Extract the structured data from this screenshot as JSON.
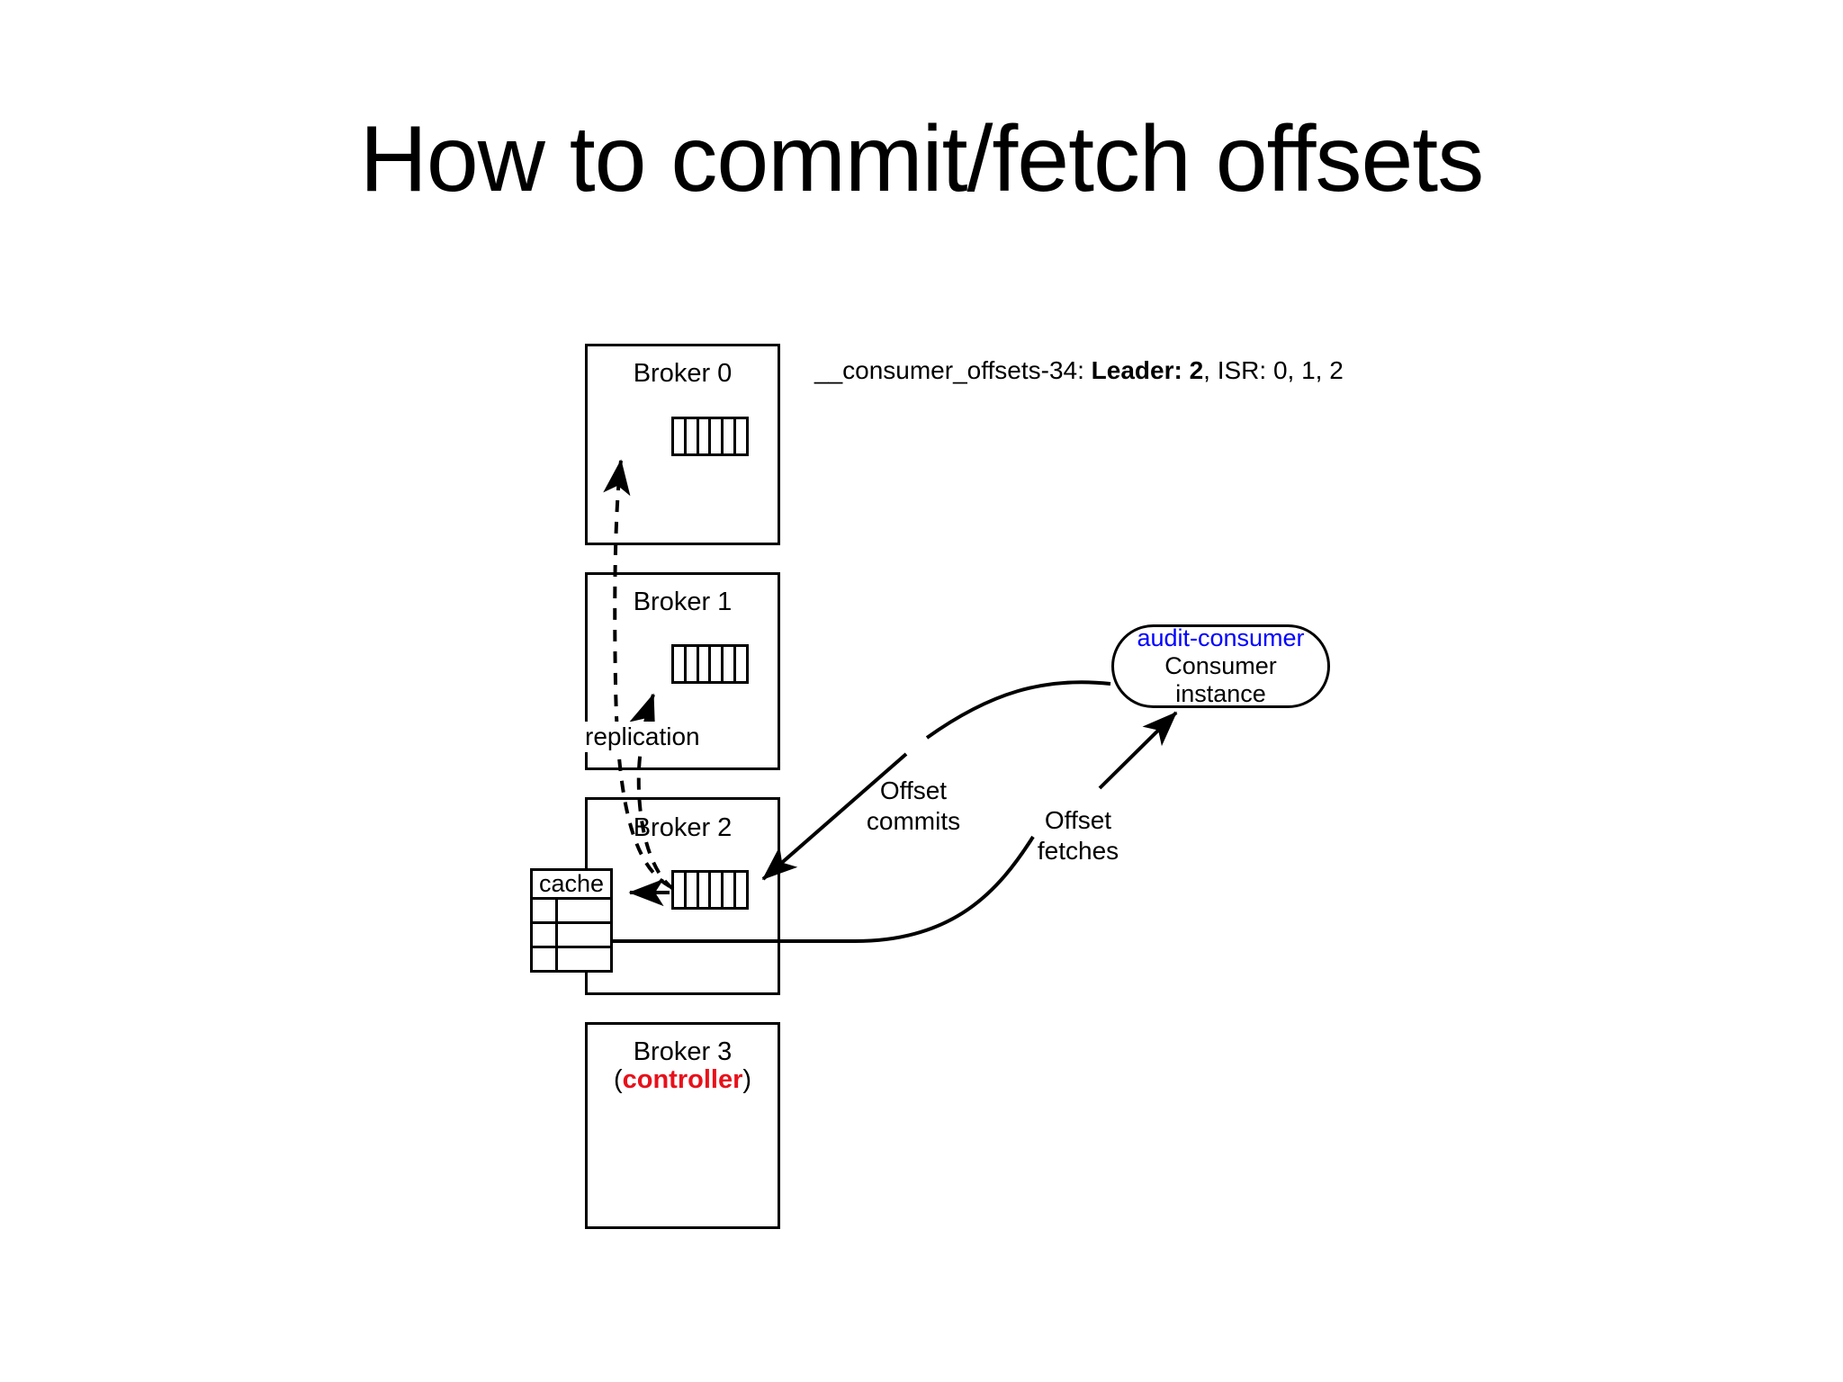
{
  "slide": {
    "title": "How to commit/fetch offsets",
    "background_color": "#ffffff"
  },
  "partition_info": {
    "topic_partition": "__consumer_offsets-34:",
    "leader_label": "Leader: 2",
    "isr_label": ", ISR: 0, 1, 2",
    "full_text": "__consumer_offsets-34: Leader: 2, ISR: 0, 1, 2"
  },
  "brokers": [
    {
      "id": "broker-0",
      "title": "Broker 0",
      "subtitle": "",
      "has_log": true,
      "has_cache": false
    },
    {
      "id": "broker-1",
      "title": "Broker 1",
      "subtitle": "",
      "has_log": true,
      "has_cache": false
    },
    {
      "id": "broker-2",
      "title": "Broker 2",
      "subtitle": "",
      "has_log": true,
      "has_cache": true
    },
    {
      "id": "broker-3",
      "title": "Broker 3",
      "subtitle": "(controller)",
      "has_log": false,
      "has_cache": false
    }
  ],
  "broker3_subtitle": {
    "open_paren": "(",
    "role": "controller",
    "close_paren": ")",
    "role_color": "#e8101a"
  },
  "cache": {
    "header": "cache",
    "rows": 3,
    "columns": 2
  },
  "consumer": {
    "group": "audit-consumer",
    "group_color": "#0000ff",
    "line1": "Consumer",
    "line2": "instance"
  },
  "flows": [
    {
      "id": "replication",
      "label": "replication",
      "style": "dashed"
    },
    {
      "id": "offset-commits",
      "label_line1": "Offset",
      "label_line2": "commits",
      "style": "solid"
    },
    {
      "id": "offset-fetches",
      "label_line1": "Offset",
      "label_line2": "fetches",
      "style": "solid"
    }
  ],
  "labels": {
    "replication": "replication",
    "offset_commits_l1": "Offset",
    "offset_commits_l2": "commits",
    "offset_fetches_l1": "Offset",
    "offset_fetches_l2": "fetches"
  },
  "colors": {
    "stroke": "#000000",
    "consumer_group": "#0000ff",
    "controller": "#e8101a",
    "background": "#ffffff"
  }
}
